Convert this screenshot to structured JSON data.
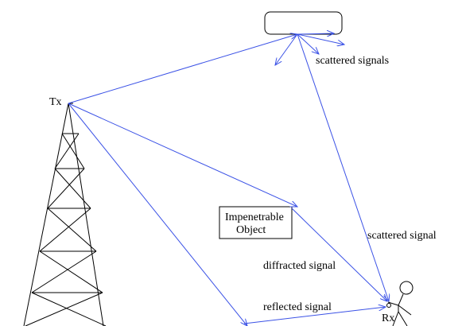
{
  "labels": {
    "tx": "Tx",
    "rx": "Rx",
    "scattered_signals": "scattered signals",
    "scattered_signal": "scattered signal",
    "object_line1": "Impenetrable",
    "object_line2": "Object",
    "diffracted_signal": "diffracted signal",
    "reflected_signal": "reflected signal"
  },
  "colors": {
    "signal": "#3b52e6",
    "outline": "#000000"
  },
  "icons": {
    "transmitter": "tower-icon",
    "receiver": "person-icon",
    "scatterer": "rounded-rectangle"
  }
}
